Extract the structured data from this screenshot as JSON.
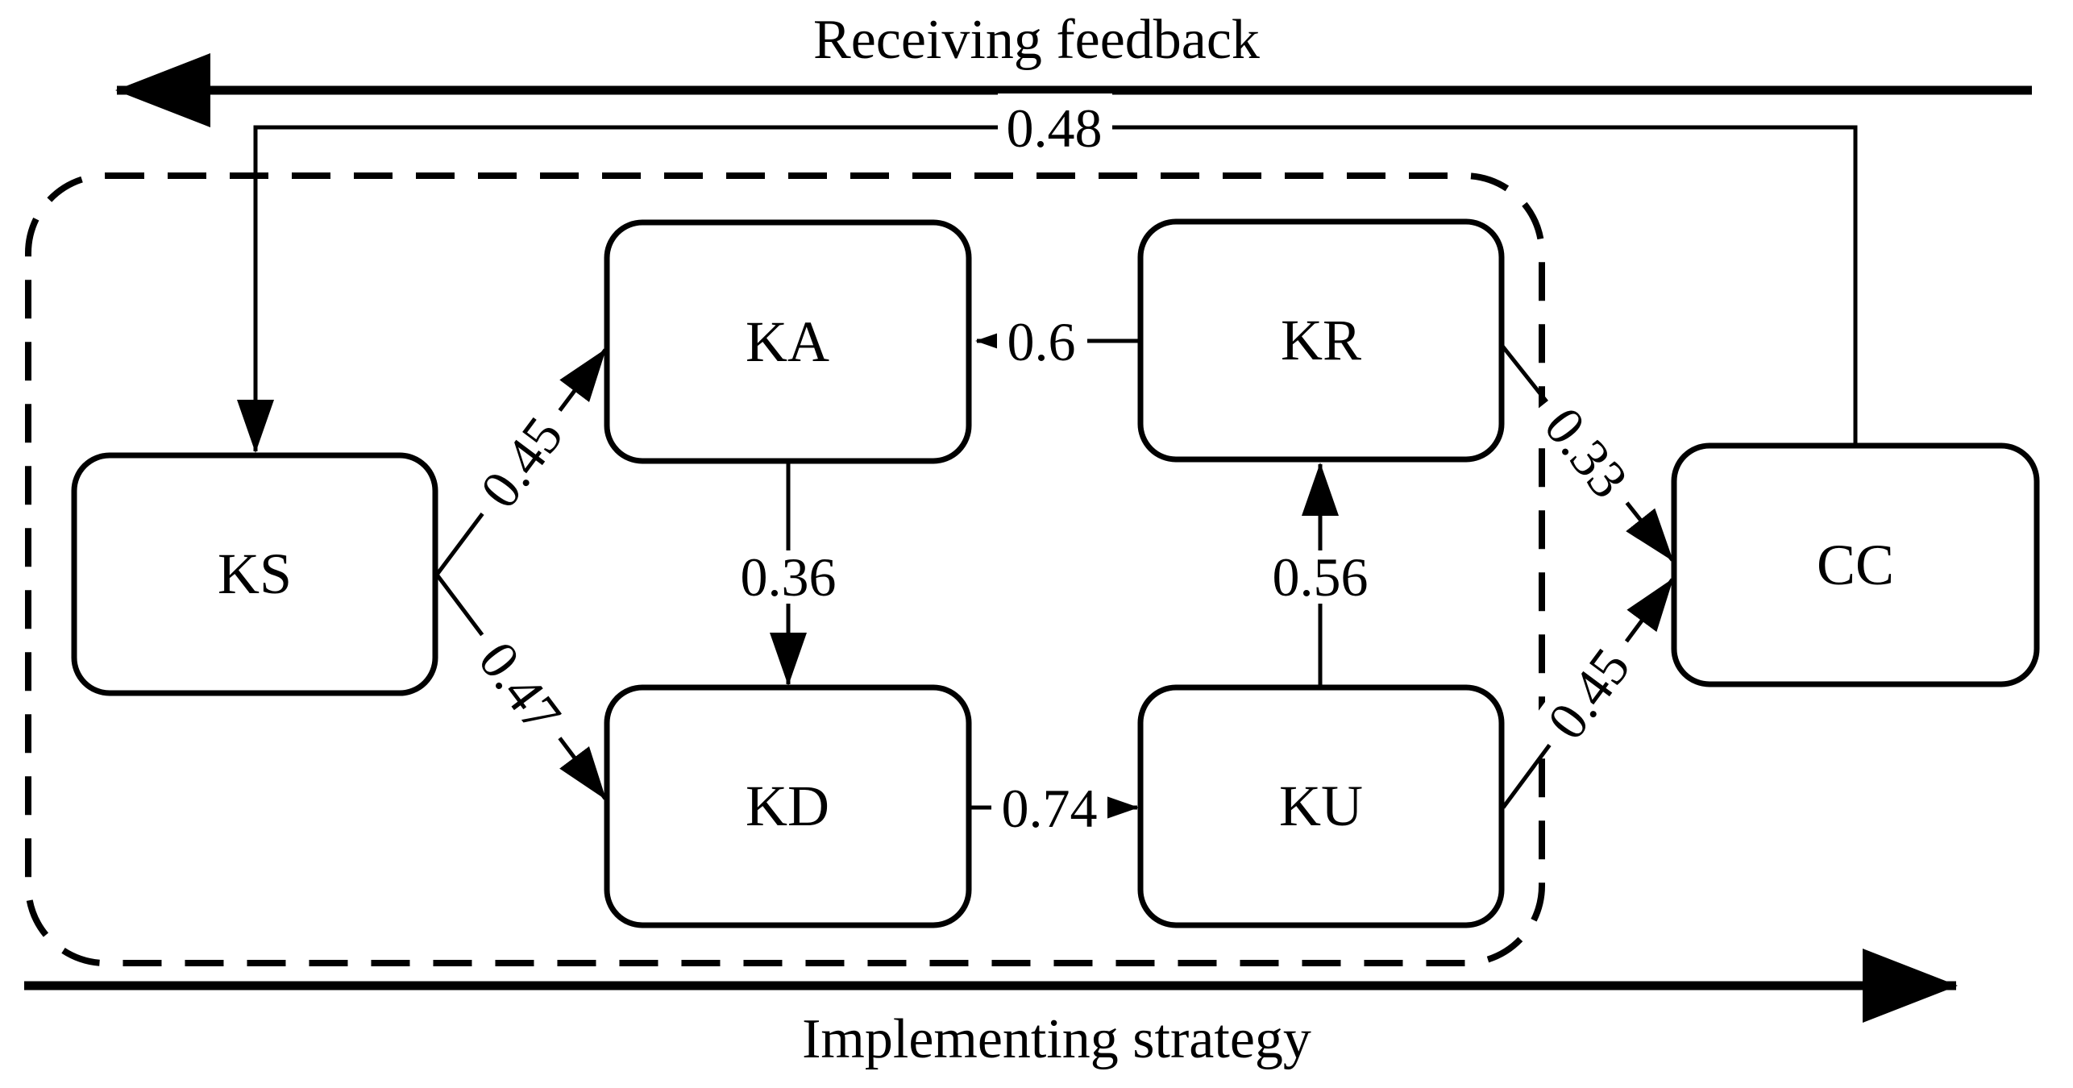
{
  "diagram": {
    "captions": {
      "top": "Receiving feedback",
      "bottom": "Implementing strategy"
    },
    "feedback_loop": {
      "from": "CC",
      "to": "KS",
      "label": "0.48"
    },
    "nodes": {
      "KS": {
        "label": "KS"
      },
      "KA": {
        "label": "KA"
      },
      "KR": {
        "label": "KR"
      },
      "KD": {
        "label": "KD"
      },
      "KU": {
        "label": "KU"
      },
      "CC": {
        "label": "CC"
      }
    },
    "edges": {
      "KS_KA": {
        "from": "KS",
        "to": "KA",
        "label": "0.45"
      },
      "KS_KD": {
        "from": "KS",
        "to": "KD",
        "label": "0.47"
      },
      "KR_KA": {
        "from": "KR",
        "to": "KA",
        "label": "0.6"
      },
      "KA_KD": {
        "from": "KA",
        "to": "KD",
        "label": "0.36"
      },
      "KU_KR": {
        "from": "KU",
        "to": "KR",
        "label": "0.56"
      },
      "KD_KU": {
        "from": "KD",
        "to": "KU",
        "label": "0.74"
      },
      "KR_CC": {
        "from": "KR",
        "to": "CC",
        "label": "0.33"
      },
      "KU_CC": {
        "from": "KU",
        "to": "CC",
        "label": "0.45"
      }
    },
    "colors": {
      "ink": "#000000",
      "background": "#ffffff"
    }
  }
}
